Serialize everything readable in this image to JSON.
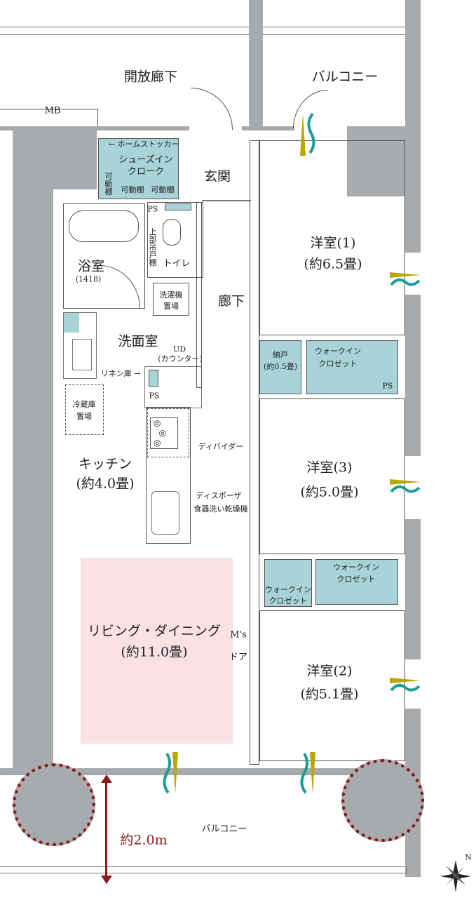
{
  "labels": {
    "open_corridor": "開放廊下",
    "balcony_top": "バルコニー",
    "mb": "MB",
    "home_stocker": "← ホームストッカー",
    "shoe_closet": "シューズイン",
    "shoe_closet2": "クローク",
    "shelf_v": "可動棚",
    "shelf1": "可動棚",
    "shelf2": "可動棚",
    "entrance": "玄関",
    "ps1": "PS",
    "upper_cabinet": "上部吊戸棚",
    "toilet": "トイレ",
    "bath": "浴室",
    "bath_size": "(1418)",
    "washer": "洗濯機",
    "washer2": "置場",
    "washroom": "洗面室",
    "ud": "UD",
    "ud_counter": "(カウンター)",
    "linen": "リネン庫 →",
    "ps2": "PS",
    "hallway": "廊下",
    "fridge": "冷蔵庫",
    "fridge2": "置場",
    "divider": "ディバイダー",
    "disposer": "ディスポーザ",
    "dishwasher": "食器洗い乾燥機",
    "kitchen": "キッチン",
    "kitchen_size": "(約4.0畳)",
    "living": "リビング・ダイニング",
    "living_size": "(約11.0畳)",
    "ms_door": "M's",
    "ms_door2": "ドア",
    "room1": "洋室(1)",
    "room1_size": "(約6.5畳)",
    "storage": "納戸",
    "storage_size": "(約0.5畳)",
    "wic1": "ウォークイン",
    "wic1b": "クロゼット",
    "ps3": "PS",
    "room3": "洋室(3)",
    "room3_size": "(約5.0畳)",
    "wic2": "ウォークイン",
    "wic2b": "クロゼット",
    "wic3": "ウォークイン",
    "wic3b": "クロゼット",
    "room2": "洋室(2)",
    "room2_size": "(約5.1畳)",
    "balcony_bottom": "バルコニー",
    "depth": "約2.0m",
    "compass": "N"
  },
  "colors": {
    "storage": "#a8d3d8",
    "living": "#f9e1e6",
    "wall": "#a7abad",
    "marker": "#8b1a1a",
    "vent_yellow": "#b8a800",
    "vent_teal": "#1a9e96"
  }
}
